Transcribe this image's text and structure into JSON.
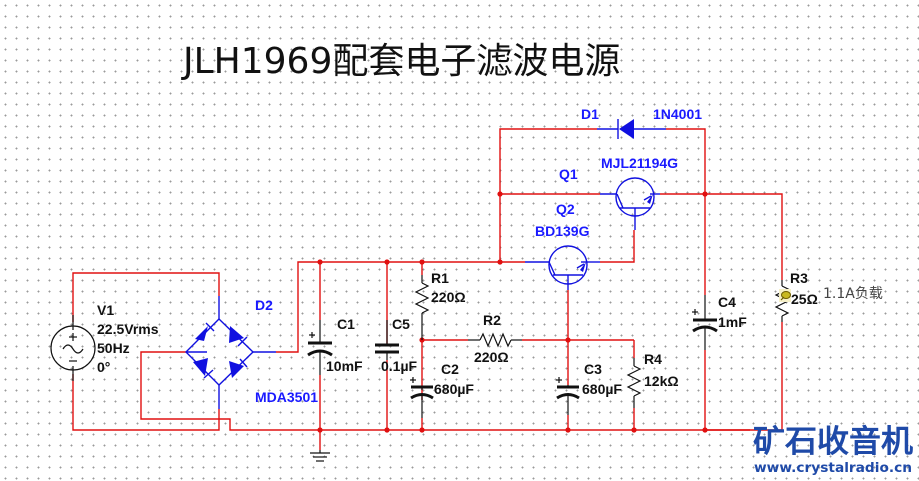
{
  "title": "JLH1969配套电子滤波电源",
  "components": {
    "V1": {
      "ref": "V1",
      "voltage": "22.5Vrms",
      "frequency": "50Hz",
      "phase": "0°"
    },
    "D2": {
      "ref": "D2",
      "part": "MDA3501"
    },
    "C1": {
      "ref": "C1",
      "value": "10mF"
    },
    "C5": {
      "ref": "C5",
      "value": "0.1µF"
    },
    "R1": {
      "ref": "R1",
      "value": "220Ω"
    },
    "R2": {
      "ref": "R2",
      "value": "220Ω"
    },
    "C2": {
      "ref": "C2",
      "value": "680µF"
    },
    "C3": {
      "ref": "C3",
      "value": "680µF"
    },
    "R4": {
      "ref": "R4",
      "value": "12kΩ"
    },
    "Q1": {
      "ref": "Q1",
      "part": "MJL21194G"
    },
    "Q2": {
      "ref": "Q2",
      "part": "BD139G"
    },
    "D1": {
      "ref": "D1",
      "part": "1N4001"
    },
    "C4": {
      "ref": "C4",
      "value": "1mF"
    },
    "R3": {
      "ref": "R3",
      "value": "25Ω",
      "note": "1.1A负载"
    }
  },
  "watermark": {
    "name": "矿石收音机",
    "url": "www.crystalradio.cn"
  },
  "colors": {
    "wire": "#e01010",
    "component_blue": "#1010e0",
    "component_black": "#111111",
    "watermark": "#1f4aa8"
  }
}
